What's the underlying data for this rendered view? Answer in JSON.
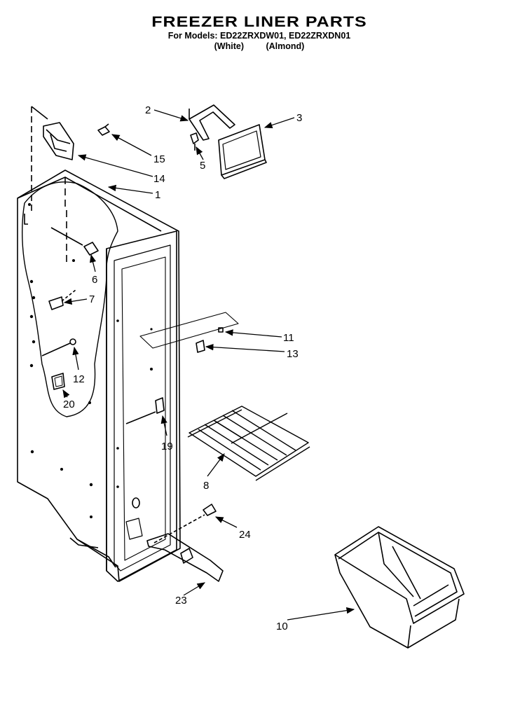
{
  "header": {
    "title": "FREEZER LINER PARTS",
    "models": "For Models: ED22ZRXDW01, ED22ZRXDN01",
    "variant_white": "(White)",
    "variant_almond": "(Almond)"
  },
  "callouts": [
    "1",
    "2",
    "3",
    "5",
    "6",
    "7",
    "8",
    "10",
    "11",
    "12",
    "13",
    "14",
    "15",
    "19",
    "20",
    "23",
    "24"
  ],
  "colors": {
    "ink": "#000000",
    "paper": "#ffffff"
  }
}
